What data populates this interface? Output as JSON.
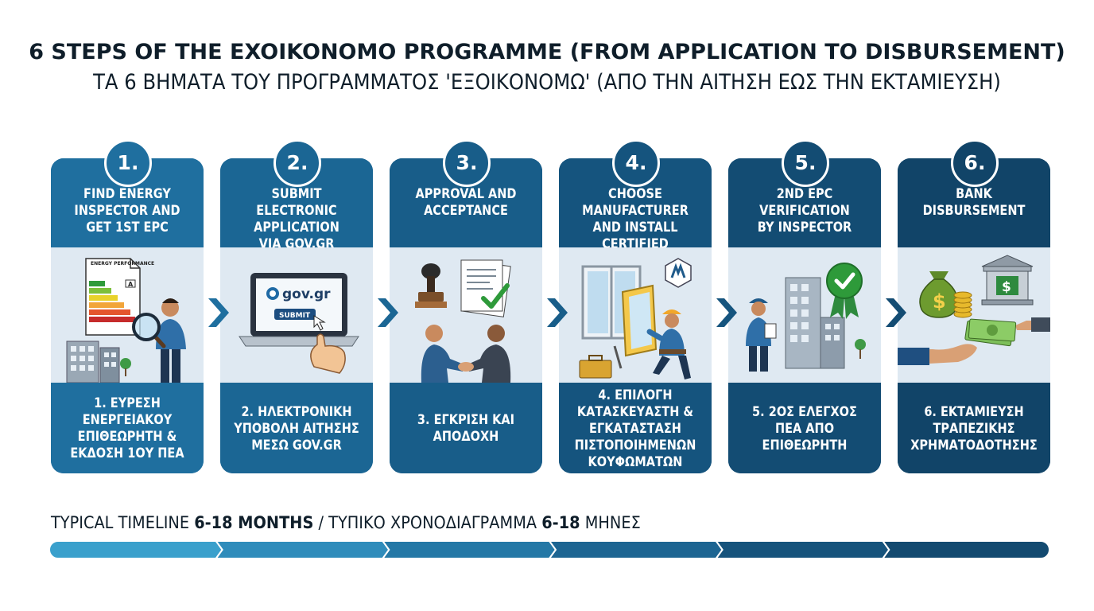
{
  "title": {
    "en": "6 STEPS OF THE EXOIKONOMO PROGRAMME (FROM APPLICATION TO DISBURSEMENT)",
    "gr": "ΤΑ 6 ΒΗΜΑΤΑ ΤΟΥ ΠΡΟΓΡΑΜΜΑΤΟΣ 'ΕΞΟΙΚΟΝΟΜΩ' (ΑΠΟ ΤΗΝ ΑΙΤΗΣΗ ΕΩΣ ΤΗΝ ΕΚΤΑΜΙΕΥΣΗ)"
  },
  "steps": [
    {
      "num": "1.",
      "en": "FIND ENERGY\nINSPECTOR AND\nGET 1ST EPC",
      "gr": "1. ΕΥΡΕΣΗ\nΕΝΕΡΓΕΙΑΚΟΥ\nΕΠΙΘΕΩΡΗΤΗ &\nΕΚΔΟΣΗ 1ΟΥ ΠΕΑ",
      "icon": "energy-certificate-inspector-icon",
      "color": "#1f6f9f",
      "label_title": "ENERGY PERFORMANCE",
      "label_rating": "A"
    },
    {
      "num": "2.",
      "en": "SUBMIT ELECTRONIC\nAPPLICATION\nVIA GOV.GR",
      "gr": "2. ΗΛΕΚΤΡΟΝΙΚΗ\nΥΠΟΒΟΛΗ ΑΙΤΗΣΗΣ\nΜΕΣΩ GOV.GR",
      "icon": "laptop-gov-gr-icon",
      "color": "#1b6694",
      "site": "gov.gr",
      "button": "SUBMIT"
    },
    {
      "num": "3.",
      "en": "APPROVAL AND\nACCEPTANCE",
      "gr": "3. ΕΓΚΡΙΣΗ ΚΑΙ\nΑΠΟΔΟΧΗ",
      "icon": "approval-handshake-icon",
      "color": "#185d89"
    },
    {
      "num": "4.",
      "en": "CHOOSE\nMANUFACTURER\nAND INSTALL\nCERTIFIED WINDOWS",
      "gr": "4. ΕΠΙΛΟΓΗ\nΚΑΤΑΣΚΕΥΑΣΤΗ &\nΕΓΚΑΤΑΣΤΑΣΗ\nΠΙΣΤΟΠΟΙΗΜΕΝΩΝ\nΚΟΥΦΩΜΑΤΩΝ",
      "icon": "window-installer-icon",
      "color": "#15547e"
    },
    {
      "num": "5.",
      "en": "2ND EPC\nVERIFICATION\nBY INSPECTOR",
      "gr": "5. 2ΟΣ ΕΛΕΓΧΟΣ\nΠΕΑ ΑΠΟ\nΕΠΙΘΕΩΡΗΤΗ",
      "icon": "inspector-building-icon",
      "color": "#134c73"
    },
    {
      "num": "6.",
      "en": "BANK\nDISBURSEMENT",
      "gr": "6. ΕΚΤΑΜΙΕΥΣΗ\nΤΡΑΠΕΖΙΚΗΣ\nΧΡΗΜΑΤΟΔΟΤΗΣΗΣ",
      "icon": "bank-money-icon",
      "color": "#114468"
    }
  ],
  "timeline": {
    "en_prefix": "TYPICAL TIMELINE ",
    "en_value": "6-18 MONTHS",
    "sep": " / ",
    "gr_prefix": "ΤΥΠΙΚΟ ΧΡΟΝΟΔΙΑΓΡΑΜΜΑ ",
    "gr_value": "6-18",
    "gr_suffix": " ΜΗΝΕΣ"
  },
  "colors": {
    "image_bg": "#dfe9f2",
    "bar": [
      "#3aa0cc",
      "#2f8cbb",
      "#2478a6",
      "#1d6592",
      "#16537c",
      "#134a70"
    ]
  }
}
